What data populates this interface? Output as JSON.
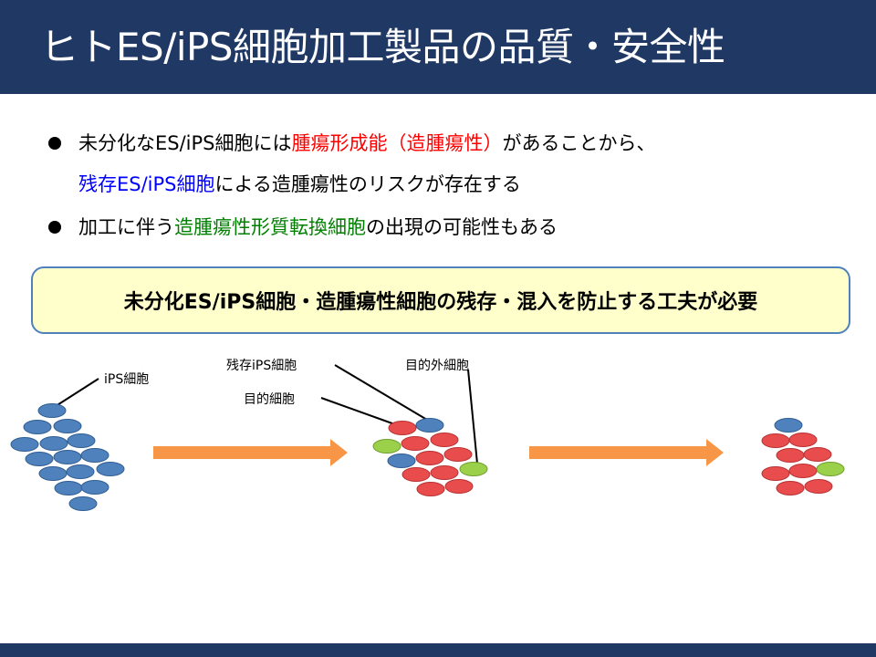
{
  "title": "ヒトES/iPS細胞加工製品の品質・安全性",
  "bullets": [
    {
      "line1": {
        "a": "未分化なES/iPS細胞には",
        "b": "腫瘍形成能（造腫瘍性）",
        "c": "があることから、"
      },
      "line2": {
        "a": "残存ES/iPS細胞",
        "b": "による造腫瘍性のリスクが存在する"
      }
    },
    {
      "a": "加工に伴う",
      "b": "造腫瘍性形質転換細胞",
      "c": "の出現の可能性もある"
    }
  ],
  "callout": "未分化ES/iPS細胞・造腫瘍性細胞の残存・混入を防止する工夫が必要",
  "diagram": {
    "labels": {
      "ips": "iPS細胞",
      "residual_ips": "残存iPS細胞",
      "target": "目的細胞",
      "non_target": "目的外細胞"
    },
    "colors": {
      "ips_blue": "#4f81bd",
      "target_red": "#e84c4c",
      "non_target_green": "#9bd04a",
      "arrow_orange": "#f79646"
    }
  }
}
